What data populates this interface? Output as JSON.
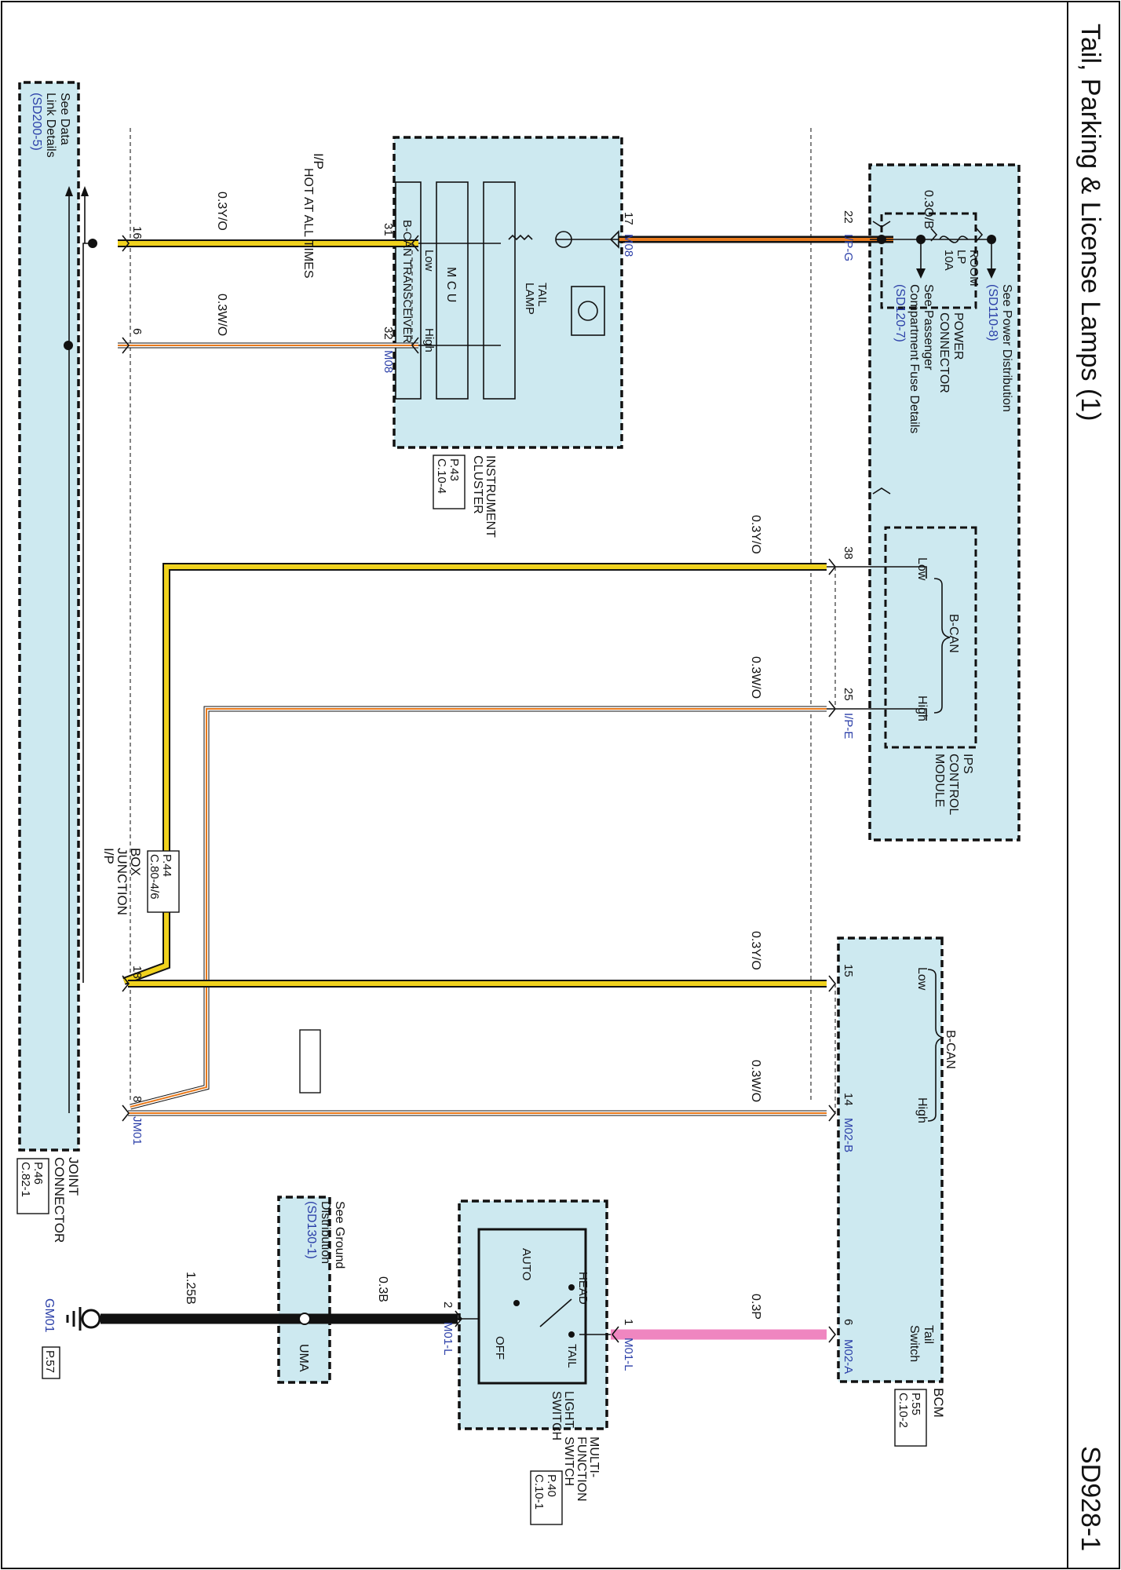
{
  "page": {
    "title": "Tail, Parking & License Lamps (1)",
    "code": "SD928-1",
    "hot_label": "HOT AT ALL TIMES"
  },
  "ip_junction": {
    "name_lines": [
      "I/P",
      "JUNCTION",
      "BOX"
    ],
    "ref_p": "P.44",
    "ref_c": "C.80-4/6",
    "power_ref_lines": [
      "See Power Distribution",
      "(SD110-8)"
    ],
    "power_connector_lines": [
      "POWER",
      "CONNECTOR"
    ],
    "fuse_lines": [
      "ROOM",
      "LP",
      "10A"
    ],
    "passenger_ref_lines": [
      "See Passenger",
      "Compartment Fuse Details",
      "(SD120-7)"
    ],
    "pin_22": "22",
    "conn_ipg": "I/P-G",
    "ips_lines": [
      "IPS",
      "CONTROL",
      "MODULE"
    ],
    "bcan": "B-CAN",
    "low": "Low",
    "high": "High",
    "pin_38": "38",
    "pin_25": "25",
    "conn_ipe": "I/P-E"
  },
  "instrument_cluster": {
    "name_lines": [
      "INSTRUMENT",
      "CLUSTER"
    ],
    "ref_p": "P.43",
    "ref_c": "C.10-4",
    "tail_lamp_lines": [
      "TAIL",
      "LAMP"
    ],
    "mcu": "M C U",
    "transceiver": "B-CAN TRANSCEIVER",
    "low": "Low",
    "high": "High",
    "pin_17": "17",
    "pin_31": "31",
    "pin_32": "32",
    "conn_m08_top": "M08",
    "conn_m08_bottom": "M08"
  },
  "bcm": {
    "name": "BCM",
    "ref_p": "P.55",
    "ref_c": "C.10-2",
    "bcan": "B-CAN",
    "low": "Low",
    "high": "High",
    "tail_switch_lines": [
      "Tail",
      "Switch"
    ],
    "pin_15": "15",
    "pin_14": "14",
    "pin_6": "6",
    "conn_m02b": "M02-B",
    "conn_m02a": "M02-A"
  },
  "joint_connector": {
    "name_lines": [
      "JOINT",
      "CONNECTOR"
    ],
    "ref_p": "P.46",
    "ref_c": "C.82-1",
    "data_link_lines": [
      "See Data",
      "Link Details",
      "(SD200-5)"
    ],
    "pin_16": "16",
    "pin_6": "6",
    "pin_18": "18",
    "pin_8": "8",
    "conn_jm01": "JM01"
  },
  "multifunction_switch": {
    "name_lines": [
      "MULTI-",
      "FUNCTION",
      "SWITCH"
    ],
    "ref_p": "P.40",
    "ref_c": "C.10-1",
    "light_switch_lines": [
      "LIGHT",
      "SWITCH"
    ],
    "head": "HEAD",
    "tail": "TAIL",
    "auto": "AUTO",
    "off": "OFF",
    "pin_1": "1",
    "pin_2": "2",
    "conn_m01l_1": "M01-L",
    "conn_m01l_2": "M01-L"
  },
  "ground": {
    "ref_lines": [
      "See Ground",
      "Distribution",
      "(SD130-1)"
    ],
    "uma": "UMA",
    "gm01": "GM01",
    "ref_p": "P.57"
  },
  "wires": {
    "tail_feed": "0.3O/B",
    "cluster_low": "0.3Y/O",
    "cluster_high": "0.3W/O",
    "ips_low": "0.3Y/O",
    "ips_high": "0.3W/O",
    "bcm_low": "0.3Y/O",
    "bcm_high": "0.3W/O",
    "tail_switch": "0.3P",
    "switch_ground": "0.3B",
    "main_ground": "1.25B"
  },
  "colors": {
    "yellow": "#f0d21e",
    "orange": "#e87a1c",
    "pink": "#ef86c0",
    "box_fill": "#cde9f0",
    "blue_text": "#2b3fa8"
  }
}
